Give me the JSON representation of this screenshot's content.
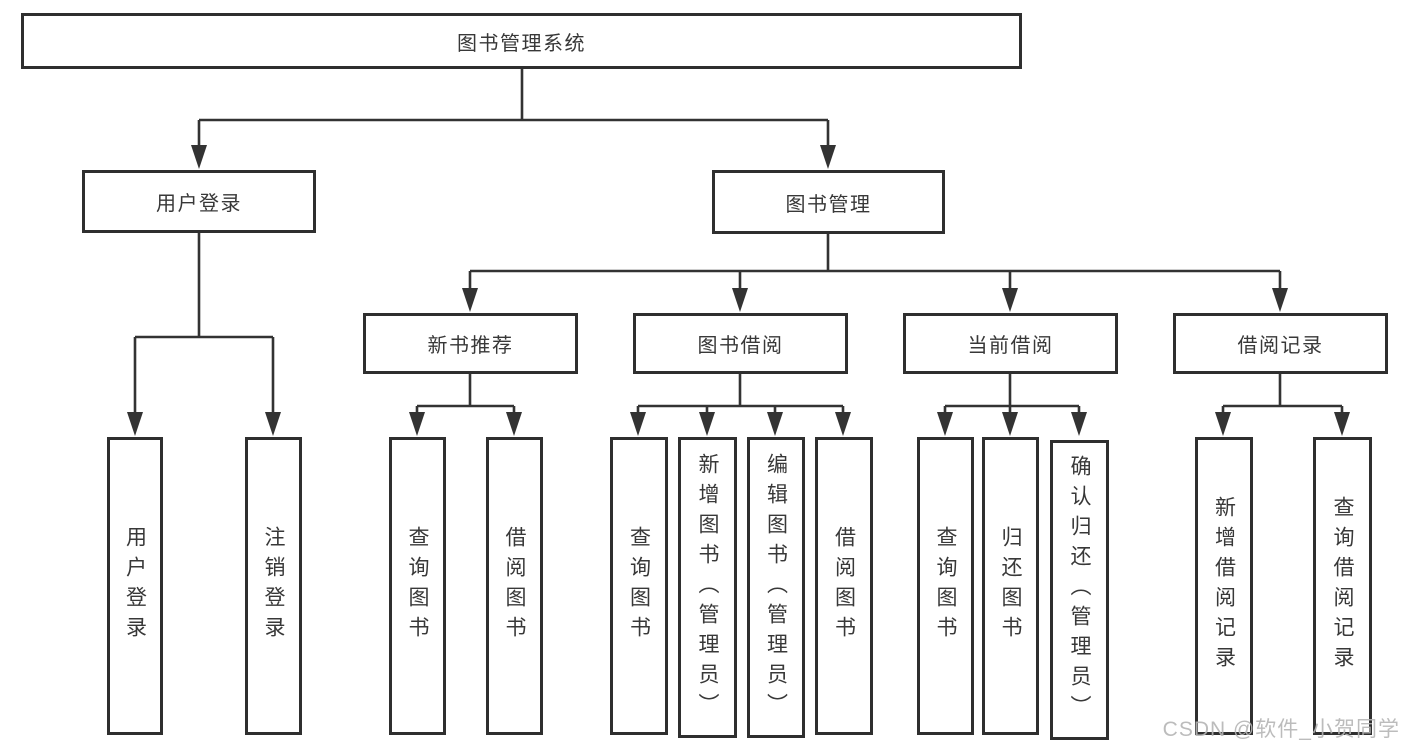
{
  "tree": {
    "label": "图书管理系统",
    "children": [
      {
        "label": "用户登录",
        "children": [
          {
            "label": "用户登录"
          },
          {
            "label": "注销登录"
          }
        ]
      },
      {
        "label": "图书管理",
        "children": [
          {
            "label": "新书推荐",
            "children": [
              {
                "label": "查询图书"
              },
              {
                "label": "借阅图书"
              }
            ]
          },
          {
            "label": "图书借阅",
            "children": [
              {
                "label": "查询图书"
              },
              {
                "label": "新增图书（管理员）"
              },
              {
                "label": "编辑图书（管理员）"
              },
              {
                "label": "借阅图书"
              }
            ]
          },
          {
            "label": "当前借阅",
            "children": [
              {
                "label": "查询图书"
              },
              {
                "label": "归还图书"
              },
              {
                "label": "确认归还（管理员）"
              }
            ]
          },
          {
            "label": "借阅记录",
            "children": [
              {
                "label": "新增借阅记录"
              },
              {
                "label": "查询借阅记录"
              }
            ]
          }
        ]
      }
    ]
  },
  "watermark": {
    "text": "CSDN @软件_小贺同学"
  },
  "colors": {
    "line": "#333333",
    "border": "#2f2f2f",
    "fill": "#ffffff",
    "ink": "#383838",
    "watermark": "#b5b5b5"
  }
}
